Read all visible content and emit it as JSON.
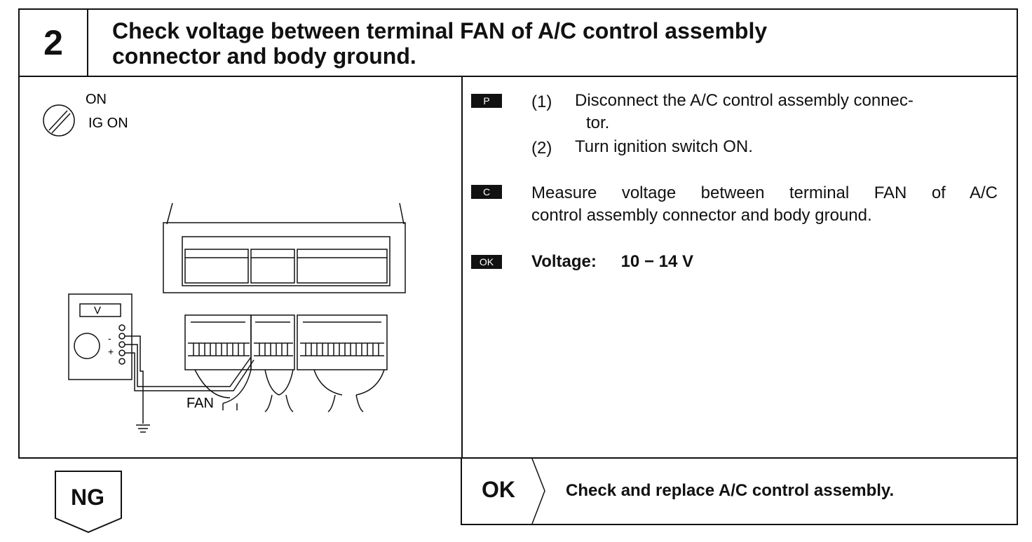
{
  "step": {
    "number": "2",
    "title_line1": "Check voltage between terminal FAN of A/C control assembly",
    "title_line2": "connector and body ground."
  },
  "illustration": {
    "switch_on": "ON",
    "switch_ig": "IG ON",
    "meter_label": "V",
    "meter_minus": "-",
    "meter_plus": "+",
    "terminal_label": "FAN"
  },
  "instructions": {
    "prep_badge": "P",
    "step1_num": "(1)",
    "step1_line1": "Disconnect the A/C control assembly connec-",
    "step1_line2": "tor.",
    "step2_num": "(2)",
    "step2_text": "Turn ignition switch ON.",
    "check_badge": "C",
    "check_line1": "Measure voltage between terminal FAN of A/C",
    "check_line2": "control assembly connector and body ground.",
    "ok_badge": "OK",
    "spec_label": "Voltage:",
    "spec_value": "10 − 14 V"
  },
  "results": {
    "ok_label": "OK",
    "ok_action": "Check and replace A/C control assembly.",
    "ng_label": "NG"
  }
}
